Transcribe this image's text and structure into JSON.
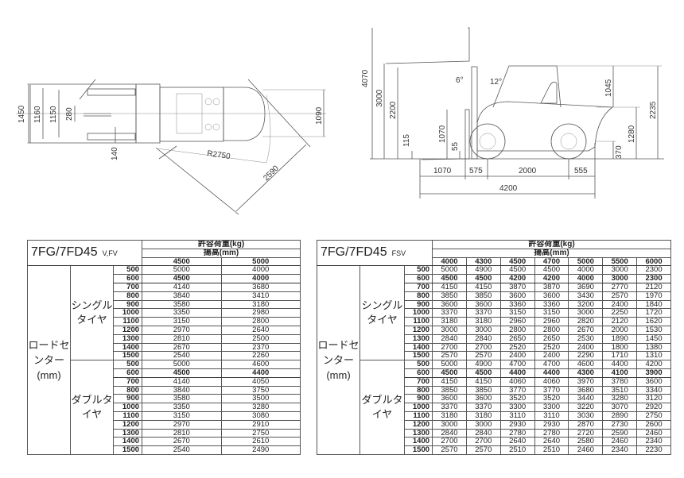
{
  "top_view": {
    "dims": [
      "1450",
      "1160",
      "1150",
      "280",
      "140",
      "R2750",
      "2590",
      "1090"
    ]
  },
  "side_view": {
    "dims": [
      "4070",
      "3000",
      "2200",
      "115",
      "1070",
      "55",
      "6°",
      "12°",
      "1045",
      "2235",
      "1280",
      "370",
      "1070",
      "575",
      "2000",
      "555",
      "4200"
    ]
  },
  "tables": [
    {
      "model": "7FG/7FD45",
      "variant": "V,FV",
      "header_load": "許容荷重(kg)",
      "header_lift": "揚高(mm)",
      "load_center_label": "ロードセンター(mm)",
      "lift_heights": [
        "4500",
        "5000"
      ],
      "groups": [
        {
          "label": "シングルタイヤ",
          "rows": [
            [
              "500",
              "5000",
              "4000"
            ],
            [
              "600",
              "4500",
              "4000"
            ],
            [
              "700",
              "4140",
              "3680"
            ],
            [
              "800",
              "3840",
              "3410"
            ],
            [
              "900",
              "3580",
              "3180"
            ],
            [
              "1000",
              "3350",
              "2980"
            ],
            [
              "1100",
              "3150",
              "2800"
            ],
            [
              "1200",
              "2970",
              "2640"
            ],
            [
              "1300",
              "2810",
              "2500"
            ],
            [
              "1400",
              "2670",
              "2370"
            ],
            [
              "1500",
              "2540",
              "2260"
            ]
          ]
        },
        {
          "label": "ダブルタイヤ",
          "rows": [
            [
              "500",
              "5000",
              "4600"
            ],
            [
              "600",
              "4500",
              "4400"
            ],
            [
              "700",
              "4140",
              "4050"
            ],
            [
              "800",
              "3840",
              "3750"
            ],
            [
              "900",
              "3580",
              "3500"
            ],
            [
              "1000",
              "3350",
              "3280"
            ],
            [
              "1100",
              "3150",
              "3080"
            ],
            [
              "1200",
              "2970",
              "2910"
            ],
            [
              "1300",
              "2810",
              "2750"
            ],
            [
              "1400",
              "2670",
              "2610"
            ],
            [
              "1500",
              "2540",
              "2490"
            ]
          ]
        }
      ]
    },
    {
      "model": "7FG/7FD45",
      "variant": "FSV",
      "header_load": "許容荷重(kg)",
      "header_lift": "揚高(mm)",
      "load_center_label": "ロードセンター(mm)",
      "lift_heights": [
        "4000",
        "4300",
        "4500",
        "4700",
        "5000",
        "5500",
        "6000"
      ],
      "groups": [
        {
          "label": "シングルタイヤ",
          "rows": [
            [
              "500",
              "5000",
              "4900",
              "4500",
              "4500",
              "4000",
              "3000",
              "2300"
            ],
            [
              "600",
              "4500",
              "4500",
              "4200",
              "4200",
              "4000",
              "3000",
              "2300"
            ],
            [
              "700",
              "4150",
              "4150",
              "3870",
              "3870",
              "3690",
              "2770",
              "2120"
            ],
            [
              "800",
              "3850",
              "3850",
              "3600",
              "3600",
              "3430",
              "2570",
              "1970"
            ],
            [
              "900",
              "3600",
              "3600",
              "3360",
              "3360",
              "3200",
              "2400",
              "1840"
            ],
            [
              "1000",
              "3370",
              "3370",
              "3150",
              "3150",
              "3000",
              "2250",
              "1720"
            ],
            [
              "1100",
              "3180",
              "3180",
              "2960",
              "2960",
              "2820",
              "2120",
              "1620"
            ],
            [
              "1200",
              "3000",
              "3000",
              "2800",
              "2800",
              "2670",
              "2000",
              "1530"
            ],
            [
              "1300",
              "2840",
              "2840",
              "2650",
              "2650",
              "2530",
              "1890",
              "1450"
            ],
            [
              "1400",
              "2700",
              "2700",
              "2520",
              "2520",
              "2400",
              "1800",
              "1380"
            ],
            [
              "1500",
              "2570",
              "2570",
              "2400",
              "2400",
              "2290",
              "1710",
              "1310"
            ]
          ]
        },
        {
          "label": "ダブルタイヤ",
          "rows": [
            [
              "500",
              "5000",
              "4900",
              "4700",
              "4700",
              "4600",
              "4400",
              "4200"
            ],
            [
              "600",
              "4500",
              "4500",
              "4400",
              "4400",
              "4300",
              "4100",
              "3900"
            ],
            [
              "700",
              "4150",
              "4150",
              "4060",
              "4060",
              "3970",
              "3780",
              "3600"
            ],
            [
              "800",
              "3850",
              "3850",
              "3770",
              "3770",
              "3680",
              "3510",
              "3340"
            ],
            [
              "900",
              "3600",
              "3600",
              "3520",
              "3520",
              "3440",
              "3280",
              "3120"
            ],
            [
              "1000",
              "3370",
              "3370",
              "3300",
              "3300",
              "3220",
              "3070",
              "2920"
            ],
            [
              "1100",
              "3180",
              "3180",
              "3110",
              "3110",
              "3030",
              "2890",
              "2750"
            ],
            [
              "1200",
              "3000",
              "3000",
              "2930",
              "2930",
              "2870",
              "2730",
              "2600"
            ],
            [
              "1300",
              "2840",
              "2840",
              "2780",
              "2780",
              "2720",
              "2590",
              "2460"
            ],
            [
              "1400",
              "2700",
              "2700",
              "2640",
              "2640",
              "2580",
              "2460",
              "2340"
            ],
            [
              "1500",
              "2570",
              "2570",
              "2510",
              "2510",
              "2460",
              "2340",
              "2230"
            ]
          ]
        }
      ]
    }
  ]
}
